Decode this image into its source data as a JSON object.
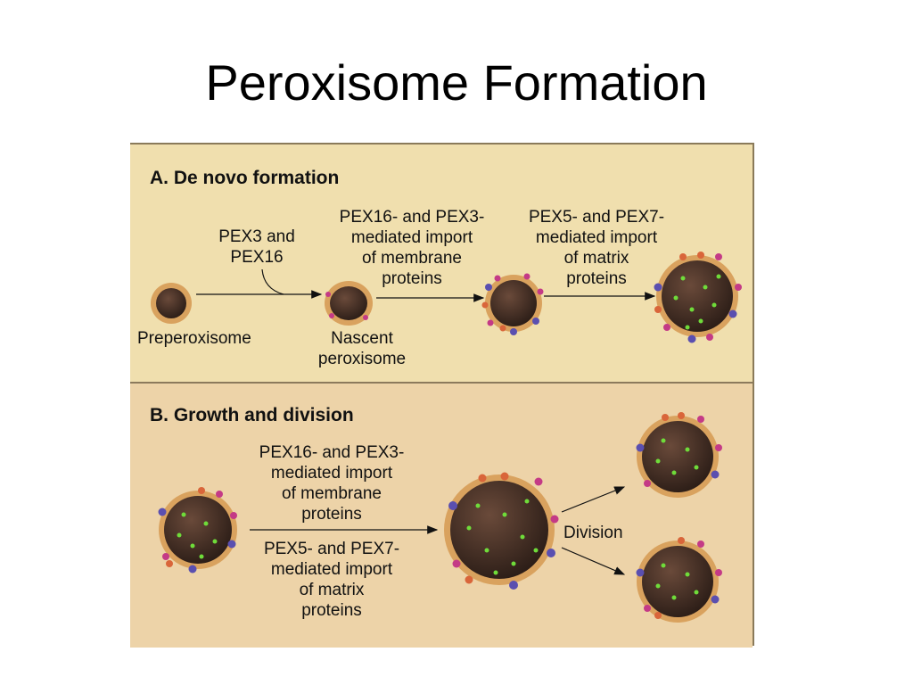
{
  "title": "Peroxisome Formation",
  "panel_a": {
    "heading": "A. De novo formation",
    "label_pex3_line1": "PEX3 and",
    "label_pex3_line2": "PEX16",
    "label_membrane_line1": "PEX16- and PEX3-",
    "label_membrane_line2": "mediated import",
    "label_membrane_line3": "of membrane",
    "label_membrane_line4": "proteins",
    "label_matrix_line1": "PEX5- and PEX7-",
    "label_matrix_line2": "mediated import",
    "label_matrix_line3": "of matrix",
    "label_matrix_line4": "proteins",
    "preperoxisome": "Preperoxisome",
    "nascent_line1": "Nascent",
    "nascent_line2": "peroxisome"
  },
  "panel_b": {
    "heading": "B. Growth and division",
    "label_membrane_line1": "PEX16- and PEX3-",
    "label_membrane_line2": "mediated import",
    "label_membrane_line3": "of membrane",
    "label_membrane_line4": "proteins",
    "label_matrix_line1": "PEX5- and PEX7-",
    "label_matrix_line2": "mediated import",
    "label_matrix_line3": "of matrix",
    "label_matrix_line4": "proteins",
    "division": "Division"
  },
  "colors": {
    "membrane_ring": "#d9a25e",
    "vesicle_core": "#3a2a22",
    "matrix_dots": "#6fdc3a",
    "pex_blue": "#5a4fb0",
    "pex_pink": "#c43a86",
    "pex_orange": "#d9653a"
  }
}
